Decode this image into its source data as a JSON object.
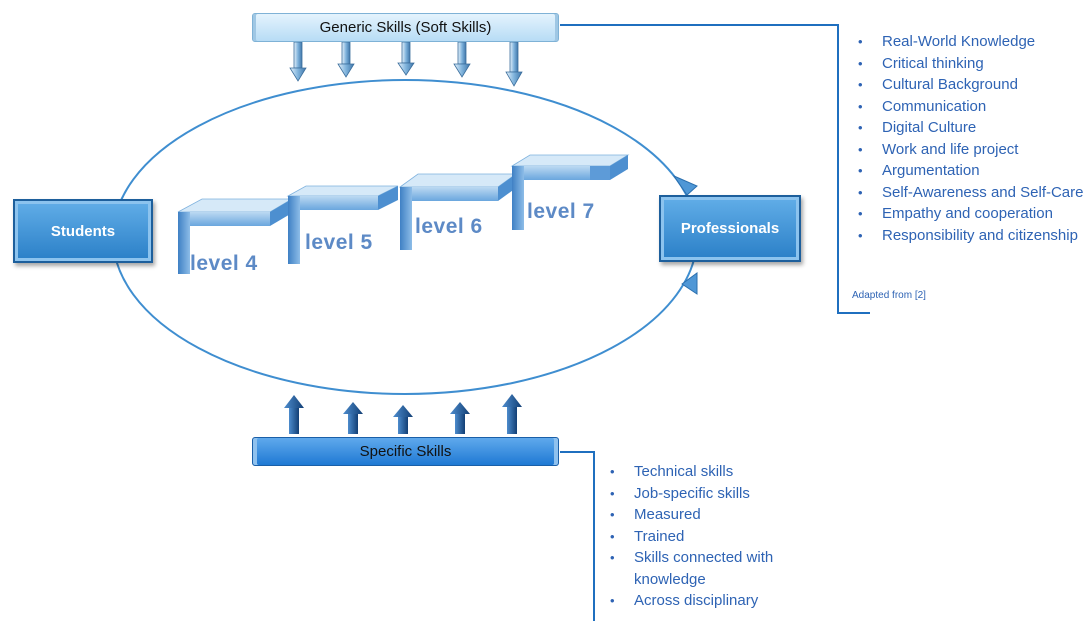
{
  "generic_skills": {
    "title": "Generic Skills (Soft Skills)",
    "items": [
      "Real-World Knowledge",
      "Critical thinking",
      "Cultural Background",
      "Communication",
      "Digital Culture",
      "Work and life project",
      "Argumentation",
      "Self-Awareness and Self-Care",
      "Empathy and cooperation",
      "Responsibility and citizenship"
    ],
    "note": "Adapted from [2]"
  },
  "specific_skills": {
    "title": "Specific Skills",
    "items": [
      "Technical skills",
      "Job-specific skills",
      "Measured",
      "Trained",
      "Skills connected with knowledge",
      "Across disciplinary"
    ]
  },
  "nodes": {
    "start": "Students",
    "end": "Professionals"
  },
  "levels": [
    "level 4",
    "level 5",
    "level 6",
    "level 7"
  ],
  "colors": {
    "accent_blue": "#2e63b4",
    "box_blue": "#3b8dd6",
    "ellipse_stroke": "#3f8ed0",
    "arrow_dark": "#1f5c9a"
  }
}
